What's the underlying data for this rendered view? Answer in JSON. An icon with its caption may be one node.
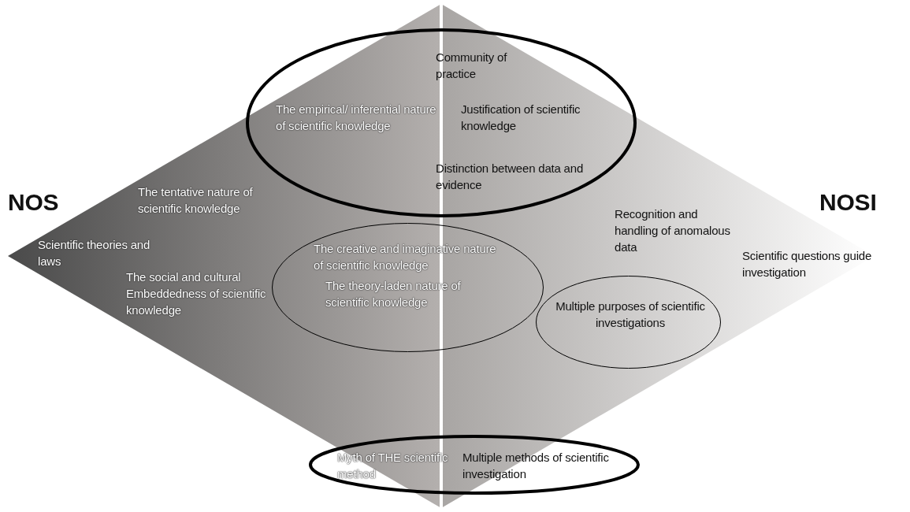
{
  "diagram": {
    "nodes": [
      {
        "text": [],
        "shape": "diamond"
      },
      {
        "text": [
          "Community of practice",
          "The empirical/ inferential nature of scientific knowledge",
          "Justification of scientific knowledge",
          "Distinction between data and evidence"
        ]
      },
      {
        "text": [
          "The creative and imaginative nature of scientific knowledge",
          "The theory-laden nature of scientific knowledge"
        ]
      },
      {
        "text": [
          "Multiple purposes of scientific investigations"
        ]
      },
      {
        "text": [
          "Myth of THE scientific method",
          "Multiple methods of scientific investigation"
        ]
      }
    ],
    "labels": [
      "NOS",
      "The tentative nature of scientific knowledge",
      "Scientific theories and laws",
      "The social and cultural Embeddedness of scientific knowledge",
      "Recognition and handling of anomalous data",
      "NOSI",
      "Scientific questions guide investigation"
    ]
  }
}
